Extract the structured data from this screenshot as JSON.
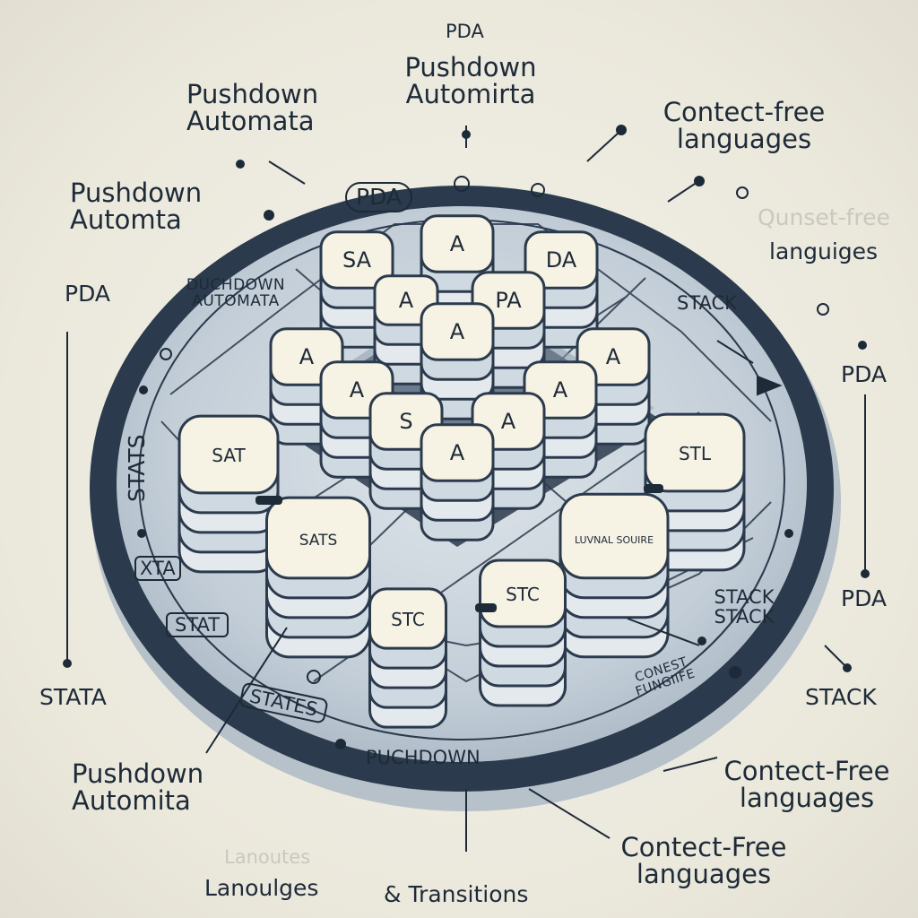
{
  "colors": {
    "background": "#efece1",
    "platform_dark": "#2b3a4c",
    "platform_mid": "#a7b6c4",
    "platform_light": "#cfd9e2",
    "cap": "#f6f2e4",
    "ink": "#1d2a38"
  },
  "top": {
    "abbr": "PDA",
    "title_line1": "Pushdown",
    "title_line2": "Automirta"
  },
  "labels": {
    "tl_pushdown": [
      "Pushdown",
      "Automata"
    ],
    "l_pushdown": [
      "Pushdown",
      "Automta"
    ],
    "l_pda": "PDA",
    "tr_cfl": [
      "Contect-free",
      "languages"
    ],
    "tr_faint": "Qunset-free",
    "r_languages": "languiges",
    "r_pda": "PDA",
    "r_pda2": "PDA",
    "r_stack": "STACK",
    "l_stata": "STATA",
    "bl_pushdown": [
      "Pushdown",
      "Automita"
    ],
    "br_cfl": [
      "Contect-Free",
      "languages"
    ],
    "b_cfl": [
      "Contect-Free",
      "languages"
    ],
    "b_languages": "Lanoulges",
    "b_transitions": "& Transitions",
    "b_faint": "Lanoutes"
  },
  "inner": {
    "pda_pill": "PDA",
    "duchdown": [
      "DUCHDOWN",
      "AUTOMATA"
    ],
    "stack1": "STACK",
    "stack2": [
      "STACK",
      "STACK"
    ],
    "stats": "STATS",
    "xta": "XTA",
    "stat": "STAT",
    "states": "STATES",
    "puchdown": "PUCHDOWN",
    "conest": [
      "CONEST",
      "FUNGIIFE"
    ]
  },
  "stacks": [
    {
      "name": "stack-sa",
      "label": "SA"
    },
    {
      "name": "stack-a-top",
      "label": "A"
    },
    {
      "name": "stack-da",
      "label": "DA"
    },
    {
      "name": "stack-a-left2",
      "label": "A"
    },
    {
      "name": "stack-pa",
      "label": "PA"
    },
    {
      "name": "stack-a-center",
      "label": "A"
    },
    {
      "name": "stack-a-left",
      "label": "A"
    },
    {
      "name": "stack-a-right",
      "label": "A"
    },
    {
      "name": "stack-a-mid1",
      "label": "A"
    },
    {
      "name": "stack-a-mid2",
      "label": "A"
    },
    {
      "name": "stack-s",
      "label": "S"
    },
    {
      "name": "stack-a-mid3",
      "label": "A"
    },
    {
      "name": "stack-a-front",
      "label": "A"
    },
    {
      "name": "stack-sat",
      "label": "SAT"
    },
    {
      "name": "stack-stl",
      "label": "STL"
    },
    {
      "name": "stack-sats",
      "label": "SATS"
    },
    {
      "name": "stack-scribble",
      "label": "LUVNAL SOUIRE"
    },
    {
      "name": "stack-stc-left",
      "label": "STC"
    },
    {
      "name": "stack-stc-right",
      "label": "STC"
    }
  ]
}
